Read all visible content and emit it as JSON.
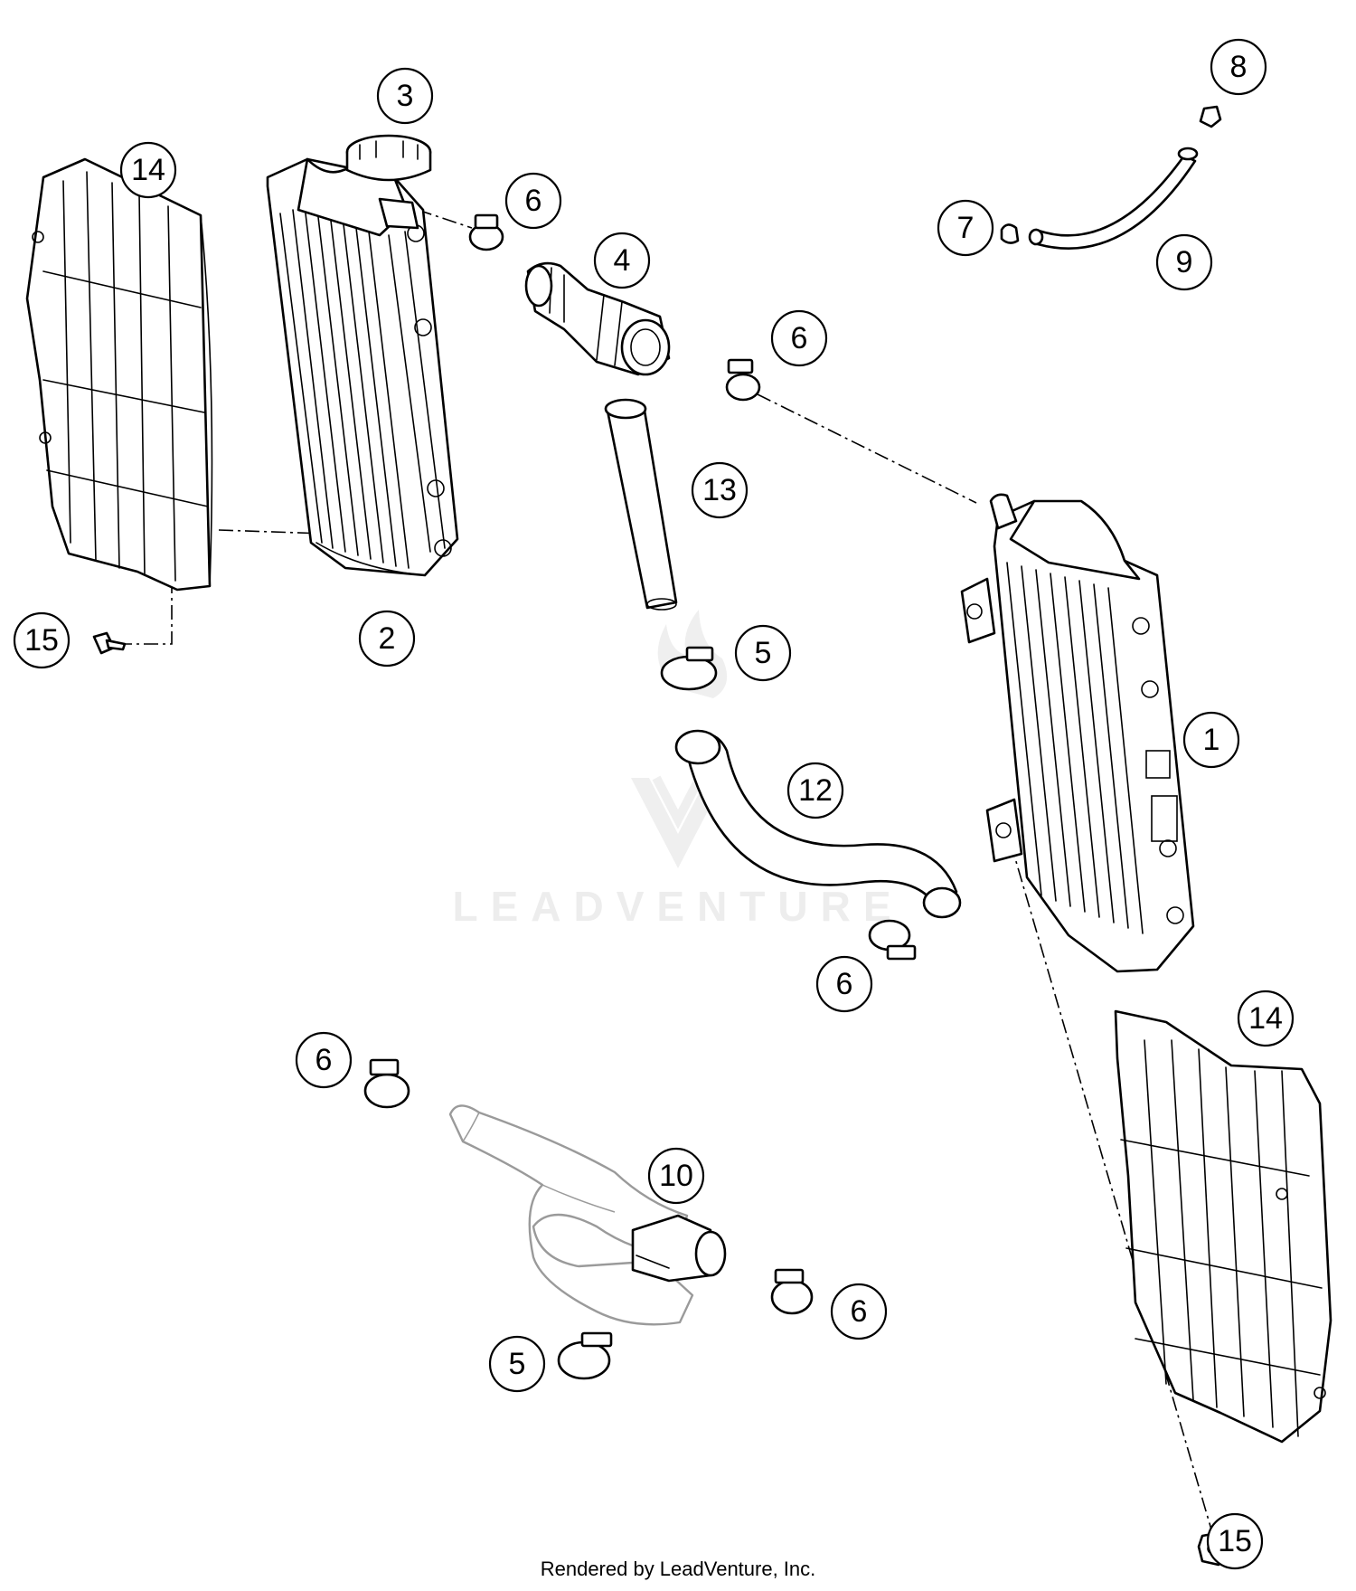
{
  "watermark": "LEADVENTURE",
  "footer": "Rendered by LeadVenture, Inc.",
  "callouts": [
    {
      "id": "c1",
      "label": "1"
    },
    {
      "id": "c2",
      "label": "2"
    },
    {
      "id": "c3",
      "label": "3"
    },
    {
      "id": "c4",
      "label": "4"
    },
    {
      "id": "c5a",
      "label": "5"
    },
    {
      "id": "c5b",
      "label": "5"
    },
    {
      "id": "c6a",
      "label": "6"
    },
    {
      "id": "c6b",
      "label": "6"
    },
    {
      "id": "c6c",
      "label": "6"
    },
    {
      "id": "c6d",
      "label": "6"
    },
    {
      "id": "c6e",
      "label": "6"
    },
    {
      "id": "c7",
      "label": "7"
    },
    {
      "id": "c8",
      "label": "8"
    },
    {
      "id": "c9",
      "label": "9"
    },
    {
      "id": "c10",
      "label": "10"
    },
    {
      "id": "c12",
      "label": "12"
    },
    {
      "id": "c13",
      "label": "13"
    },
    {
      "id": "c14a",
      "label": "14"
    },
    {
      "id": "c14b",
      "label": "14"
    },
    {
      "id": "c15a",
      "label": "15"
    },
    {
      "id": "c15b",
      "label": "15"
    }
  ]
}
